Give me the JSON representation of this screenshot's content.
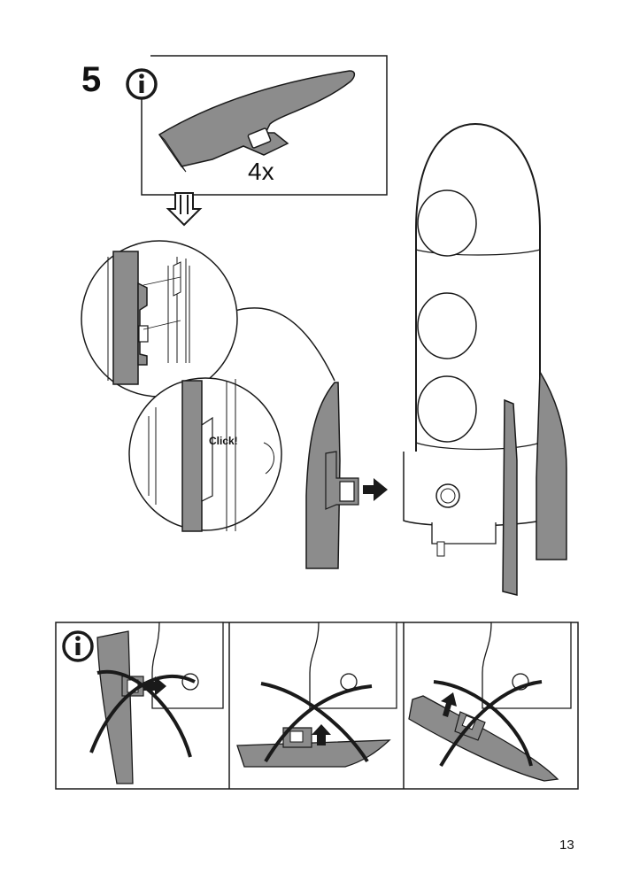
{
  "step": {
    "number": "5",
    "quantity_label": "4x"
  },
  "callout": {
    "click_label": "Click!"
  },
  "icons": {
    "info_top": "info-icon",
    "info_bottom": "info-icon",
    "arrow_down": "double-down-arrow-icon",
    "arrow_right": "right-arrow-icon"
  },
  "footer": {
    "page_number": "13"
  },
  "colors": {
    "part_fill": "#8c8c8c",
    "line": "#1a1a1a",
    "body_fill": "#ffffff"
  }
}
